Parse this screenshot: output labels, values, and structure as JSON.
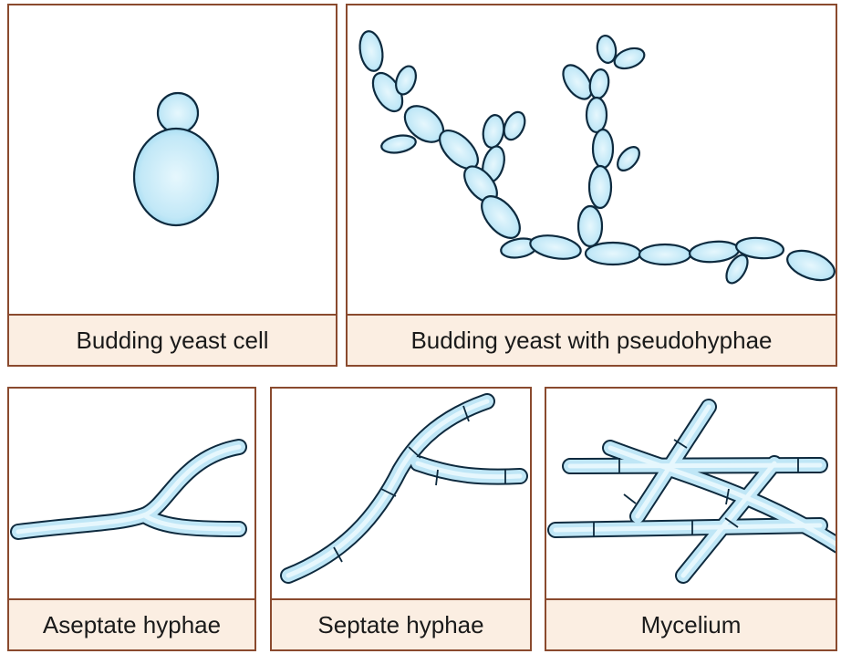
{
  "panels": {
    "budding_yeast_cell": {
      "caption": "Budding yeast cell"
    },
    "pseudohyphae": {
      "caption": "Budding yeast with pseudohyphae"
    },
    "aseptate_hyphae": {
      "caption": "Aseptate hyphae"
    },
    "septate_hyphae": {
      "caption": "Septate hyphae"
    },
    "mycelium": {
      "caption": "Mycelium"
    }
  },
  "colors": {
    "border": "#8a4a2e",
    "caption_bg": "#fbeee2",
    "cell_fill": "#bfe6f6",
    "cell_outline": "#0e2a3e"
  }
}
